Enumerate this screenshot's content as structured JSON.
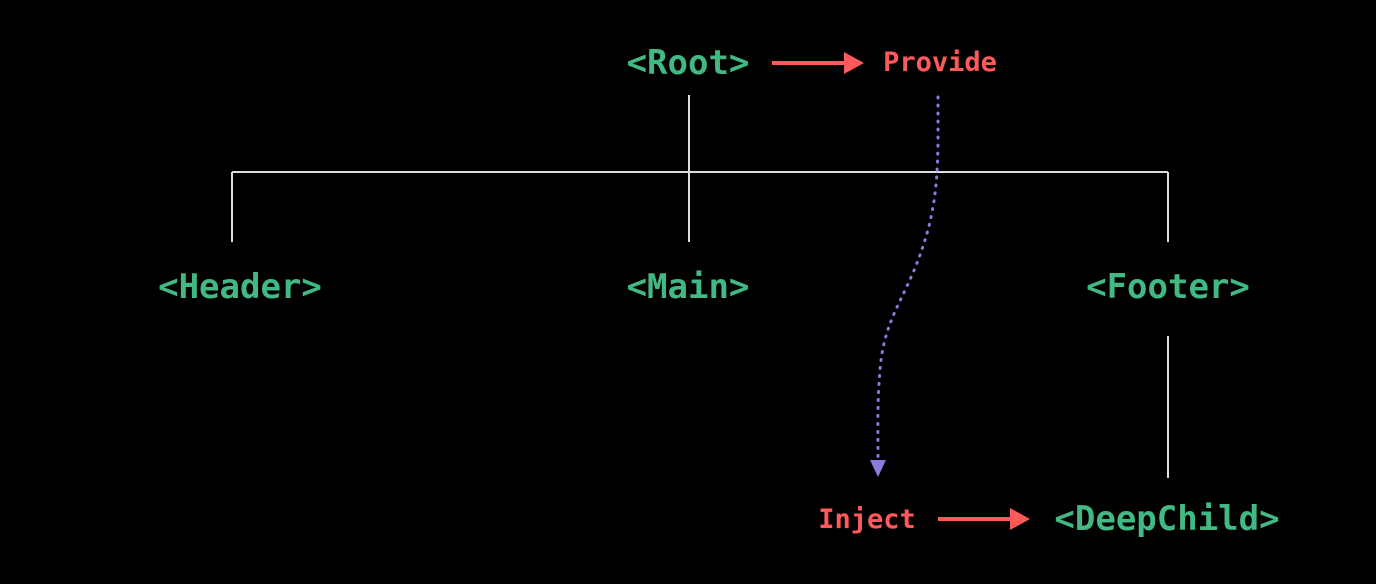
{
  "diagram": {
    "nodes": {
      "root": "<Root>",
      "header": "<Header>",
      "main": "<Main>",
      "footer": "<Footer>",
      "deep_child": "<DeepChild>"
    },
    "annotations": {
      "provide": "Provide",
      "inject": "Inject"
    }
  },
  "colors": {
    "component-green": "#42b883",
    "accent-red": "#ff5a5a",
    "line-gray": "#dddddd",
    "dotted-purple": "#8a7bdc",
    "background": "#000000"
  }
}
